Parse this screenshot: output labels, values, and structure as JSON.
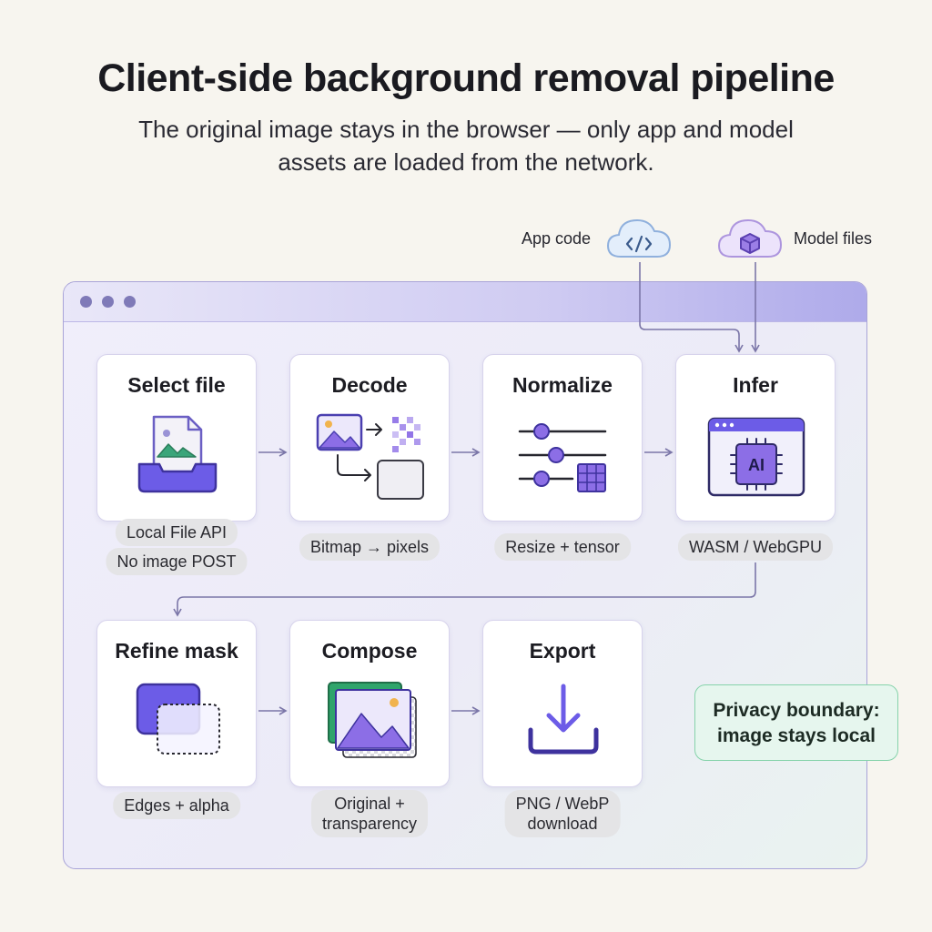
{
  "title": "Client-side background removal pipeline",
  "subtitle_line1": "The original image stays in the browser — only app and model",
  "subtitle_line2": "assets are loaded from the network.",
  "external": {
    "app_code_label": "App code",
    "model_files_label": "Model files"
  },
  "steps": [
    {
      "title": "Select file",
      "notes": [
        "Local File API",
        "No image POST"
      ],
      "icon": "file-upload-icon"
    },
    {
      "title": "Decode",
      "notes": [
        "Bitmap → pixels"
      ],
      "icon": "image-to-pixels-icon"
    },
    {
      "title": "Normalize",
      "notes": [
        "Resize + tensor"
      ],
      "icon": "sliders-tensor-icon"
    },
    {
      "title": "Infer",
      "notes": [
        "WASM / WebGPU"
      ],
      "icon": "ai-chip-browser-icon"
    },
    {
      "title": "Refine mask",
      "notes": [
        "Edges + alpha"
      ],
      "icon": "mask-refine-icon"
    },
    {
      "title": "Compose",
      "notes": [
        "Original +",
        "transparency"
      ],
      "icon": "compose-layers-icon"
    },
    {
      "title": "Export",
      "notes": [
        "PNG / WebP",
        "download"
      ],
      "icon": "download-icon"
    }
  ],
  "infer_chip_label": "AI",
  "privacy": {
    "line1": "Privacy boundary:",
    "line2": "image stays local"
  },
  "colors": {
    "accent_purple": "#6c5ce7",
    "accent_green": "#2fa56b",
    "arrow": "#7b76a8",
    "privacy_border": "#86d3ab"
  }
}
